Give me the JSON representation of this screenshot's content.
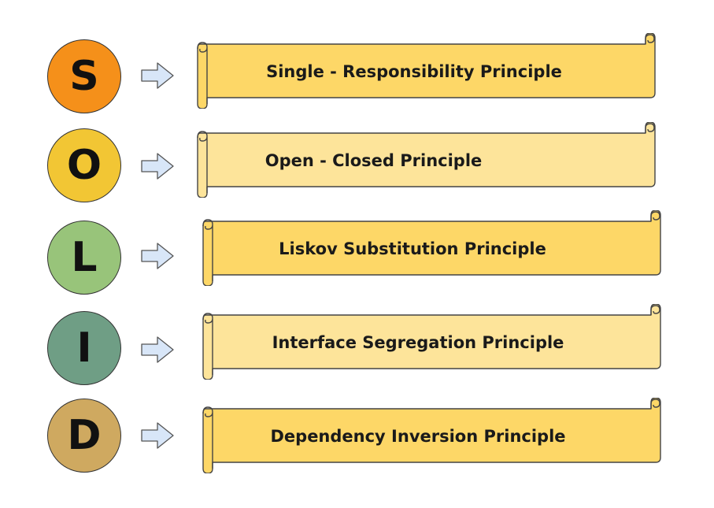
{
  "principles": [
    {
      "letter": "S",
      "label": "Single - Responsibility Principle",
      "circle_color": "#F5901A",
      "scroll_color": "#FDD767"
    },
    {
      "letter": "O",
      "label": "Open - Closed Principle",
      "circle_color": "#F2C634",
      "scroll_color": "#FDE49A"
    },
    {
      "letter": "L",
      "label": "Liskov Substitution Principle",
      "circle_color": "#98C47A",
      "scroll_color": "#FDD767"
    },
    {
      "letter": "I",
      "label": "Interface Segregation Principle",
      "circle_color": "#6F9E85",
      "scroll_color": "#FDE49A"
    },
    {
      "letter": "D",
      "label": "Dependency Inversion Principle",
      "circle_color": "#CFA960",
      "scroll_color": "#FDD767"
    }
  ],
  "colors": {
    "arrow_fill": "#D8E6F8",
    "arrow_stroke": "#555555",
    "scroll_stroke": "#444444",
    "circle_border": "#333333"
  }
}
